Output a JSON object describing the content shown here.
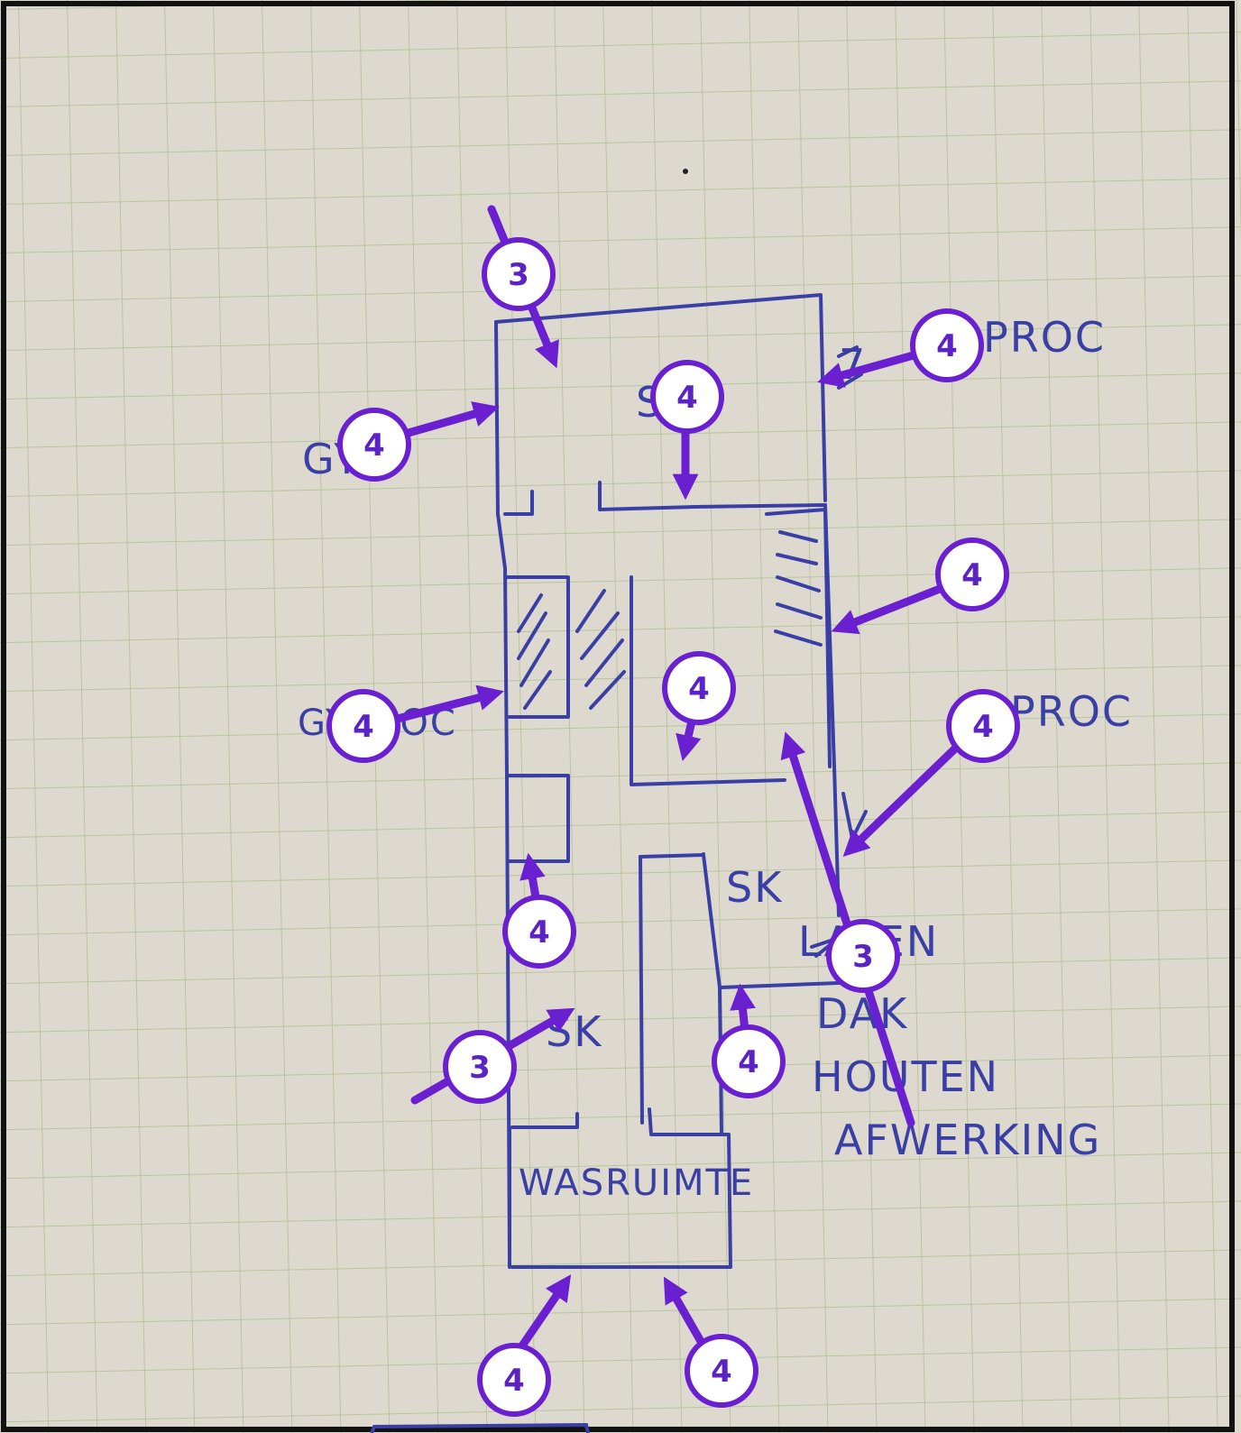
{
  "colors": {
    "paper": "#ded9cf",
    "grid": "#b9c7a0",
    "ink": "#3a3fa6",
    "marker": "#6a1fd0",
    "frame": "#111111"
  },
  "labels": {
    "gyproc_top_left": "GY",
    "gyproc_top_right_num": "7",
    "gyproc_top_right": "PROC",
    "s_top": "S",
    "gyproc_mid_left": "GYPROC",
    "gyproc_mid_right": "PROC",
    "sk_right": "SK",
    "sk_left": "SK",
    "note_line1": "LATEN",
    "note_line2": "DAK",
    "note_line3": "HOUTEN",
    "note_line4": "AFWERKING",
    "wasruimte": "WASRUIMTE"
  },
  "annotations": [
    {
      "id": "a1",
      "number": "3"
    },
    {
      "id": "a2",
      "number": "4"
    },
    {
      "id": "a3",
      "number": "4"
    },
    {
      "id": "a4",
      "number": "4"
    },
    {
      "id": "a5",
      "number": "4"
    },
    {
      "id": "a6",
      "number": "4"
    },
    {
      "id": "a7",
      "number": "4"
    },
    {
      "id": "a8",
      "number": "4"
    },
    {
      "id": "a9",
      "number": "4"
    },
    {
      "id": "a10",
      "number": "3"
    },
    {
      "id": "a11",
      "number": "3"
    },
    {
      "id": "a12",
      "number": "4"
    },
    {
      "id": "a13",
      "number": "4"
    },
    {
      "id": "a14",
      "number": "4"
    }
  ]
}
